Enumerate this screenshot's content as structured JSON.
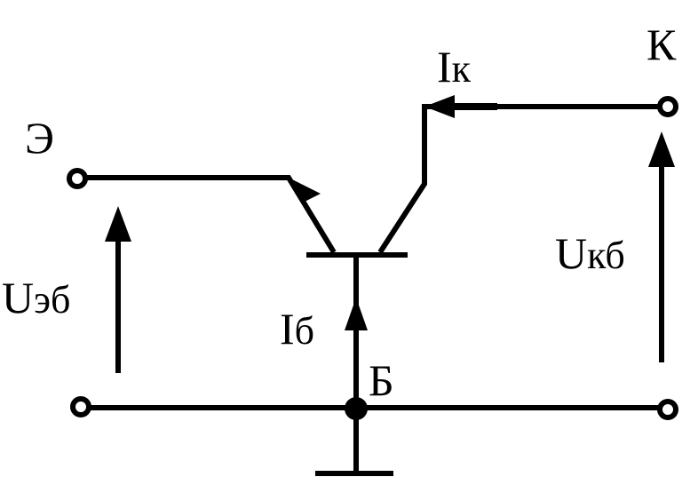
{
  "diagram": {
    "stroke_color": "#000000",
    "background": "#ffffff",
    "terminals": {
      "emitter": "Э",
      "collector": "К",
      "base": "Б"
    },
    "currents": {
      "collector": {
        "symbol": "I",
        "subscript": "к"
      },
      "base": {
        "symbol": "I",
        "subscript": "б"
      }
    },
    "voltages": {
      "emitter_base": {
        "symbol": "U",
        "subscript": "эб"
      },
      "collector_base": {
        "symbol": "U",
        "subscript": "кб"
      }
    }
  }
}
